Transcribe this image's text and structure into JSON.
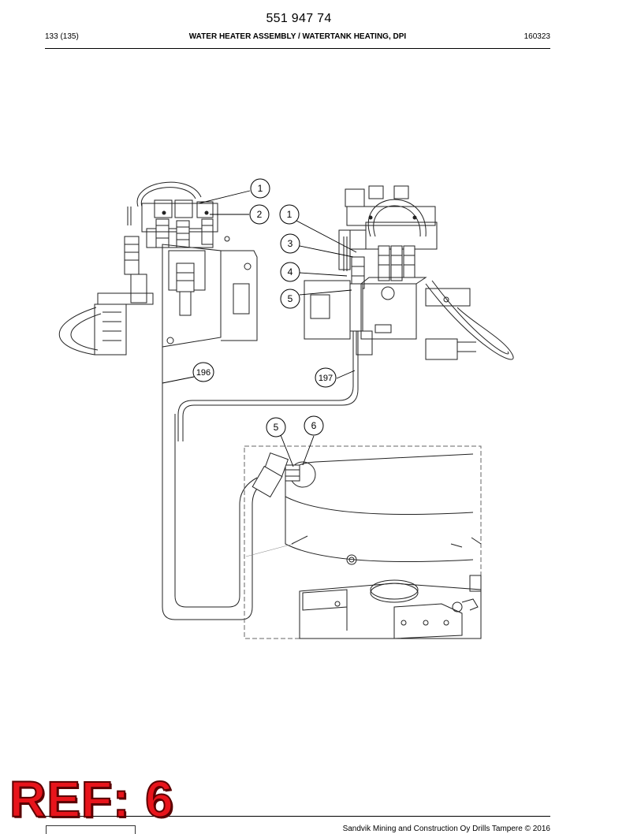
{
  "header": {
    "doc_number": "551 947 74",
    "page": "133 (135)",
    "title": "WATER HEATER ASSEMBLY / WATERTANK HEATING, DPI",
    "date": "160323"
  },
  "callouts": {
    "c1a": "1",
    "c2": "2",
    "c1b": "1",
    "c3": "3",
    "c4": "4",
    "c5a": "5",
    "c196": "196",
    "c197": "197",
    "c5b": "5",
    "c6": "6"
  },
  "footer": {
    "copyright": "Sandvik Mining and Construction Oy Drills Tampere © 2016"
  },
  "watermark": {
    "text": "REF: 6",
    "color": "#e8141b"
  }
}
